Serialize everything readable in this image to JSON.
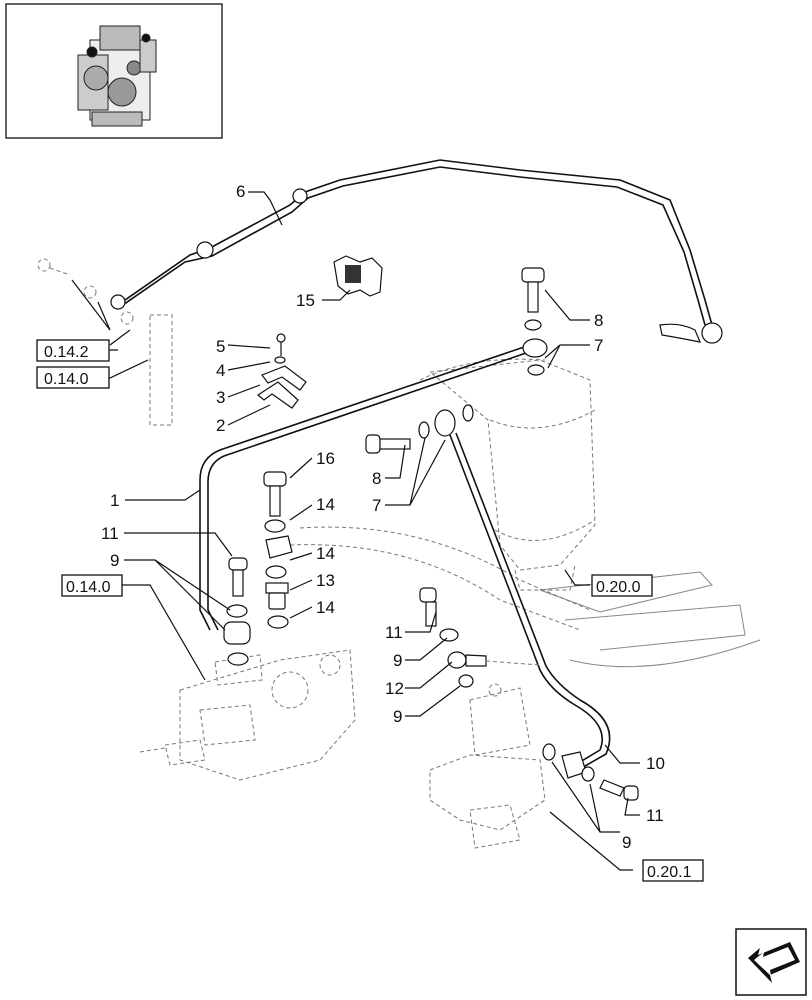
{
  "callouts": {
    "c1": "1",
    "c2": "2",
    "c3": "3",
    "c4": "4",
    "c5": "5",
    "c6": "6",
    "c7a": "7",
    "c7b": "7",
    "c8a": "8",
    "c8b": "8",
    "c9a": "9",
    "c9b": "9",
    "c9c": "9",
    "c9d": "9",
    "c10": "10",
    "c11a": "11",
    "c11b": "11",
    "c11c": "11",
    "c12": "12",
    "c13": "13",
    "c14a": "14",
    "c14b": "14",
    "c14c": "14",
    "c15": "15",
    "c16": "16"
  },
  "references": {
    "r1": "0.14.2",
    "r2": "0.14.0",
    "r3": "0.14.0",
    "r4": "0.20.0",
    "r5": "0.20.1"
  },
  "icons": {
    "thumbnail": "engine-thumbnail-icon",
    "navigation": "next-page-arrow-icon"
  }
}
